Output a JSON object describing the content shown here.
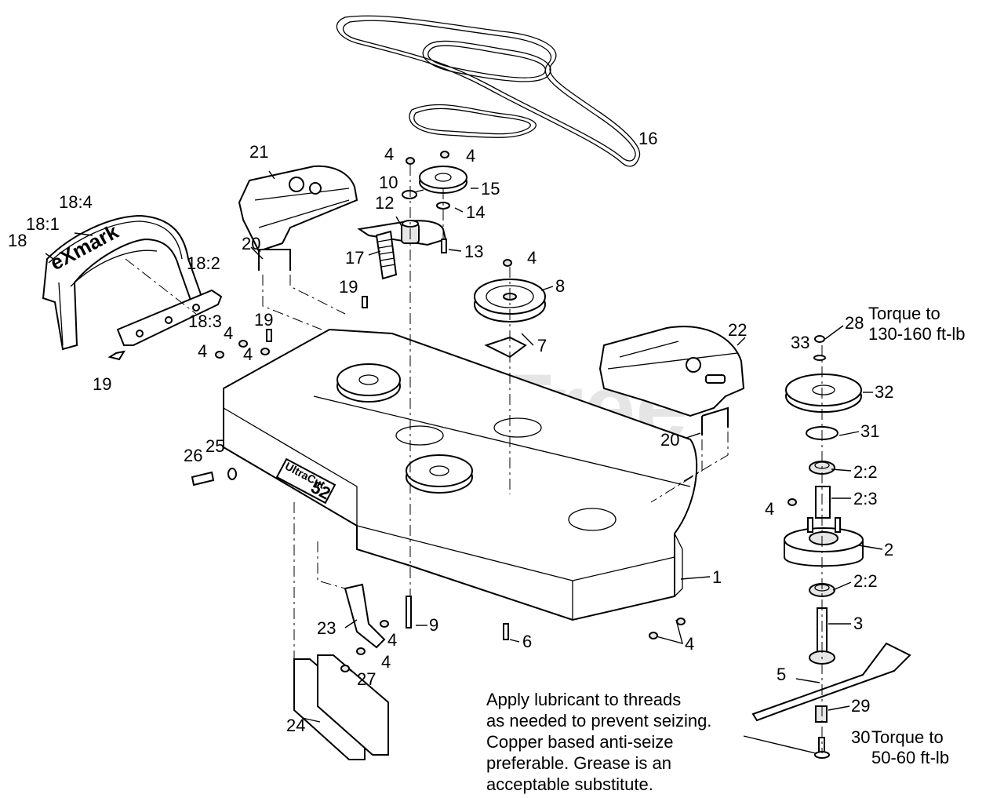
{
  "watermark": "PartsTree",
  "callouts": [
    {
      "key": "c1",
      "text": "1"
    },
    {
      "key": "c2",
      "text": "2"
    },
    {
      "key": "c2_2a",
      "text": "2:2"
    },
    {
      "key": "c2_3",
      "text": "2:3"
    },
    {
      "key": "c2_2b",
      "text": "2:2"
    },
    {
      "key": "c3",
      "text": "3"
    },
    {
      "key": "c4",
      "text": "4"
    },
    {
      "key": "c5",
      "text": "5"
    },
    {
      "key": "c6",
      "text": "6"
    },
    {
      "key": "c7",
      "text": "7"
    },
    {
      "key": "c8",
      "text": "8"
    },
    {
      "key": "c9",
      "text": "9"
    },
    {
      "key": "c10",
      "text": "10"
    },
    {
      "key": "c12",
      "text": "12"
    },
    {
      "key": "c13",
      "text": "13"
    },
    {
      "key": "c14",
      "text": "14"
    },
    {
      "key": "c15",
      "text": "15"
    },
    {
      "key": "c16",
      "text": "16"
    },
    {
      "key": "c17",
      "text": "17"
    },
    {
      "key": "c18",
      "text": "18"
    },
    {
      "key": "c18_1",
      "text": "18:1"
    },
    {
      "key": "c18_2",
      "text": "18:2"
    },
    {
      "key": "c18_3",
      "text": "18:3"
    },
    {
      "key": "c18_4",
      "text": "18:4"
    },
    {
      "key": "c19",
      "text": "19"
    },
    {
      "key": "c20",
      "text": "20"
    },
    {
      "key": "c21",
      "text": "21"
    },
    {
      "key": "c22",
      "text": "22"
    },
    {
      "key": "c23",
      "text": "23"
    },
    {
      "key": "c24",
      "text": "24"
    },
    {
      "key": "c25",
      "text": "25"
    },
    {
      "key": "c26",
      "text": "26"
    },
    {
      "key": "c27",
      "text": "27"
    },
    {
      "key": "c28",
      "text": "28"
    },
    {
      "key": "c29",
      "text": "29"
    },
    {
      "key": "c30",
      "text": "30"
    },
    {
      "key": "c31",
      "text": "31"
    },
    {
      "key": "c32",
      "text": "32"
    },
    {
      "key": "c33",
      "text": "33"
    }
  ],
  "torque_upper": {
    "line1": "Torque to",
    "line2": "130-160 ft-lb"
  },
  "torque_lower": {
    "line1": "Torque to",
    "line2": "50-60 ft-lb"
  },
  "lubricant_note": {
    "line1": "Apply lubricant to threads",
    "line2": "as needed to prevent seizing.",
    "line3": "Copper  based anti-seize",
    "line4": "preferable. Grease is an",
    "line5": "acceptable substitute."
  },
  "deck_decal": {
    "brand": "UltraCut",
    "size": "52"
  },
  "shield_decal": "eXmark"
}
